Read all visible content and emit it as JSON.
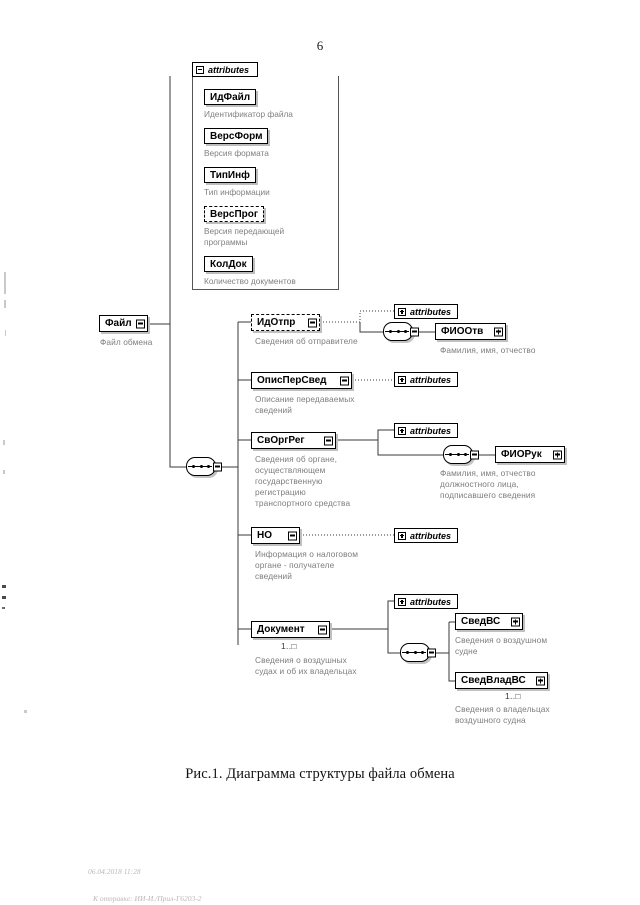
{
  "page": {
    "number": "6",
    "caption": "Рис.1. Диаграмма структуры файла обмена",
    "footer_line1": "06.04.2018 11:28",
    "footer_line2": "К отправке: ИИ-И./Прил-Г6203-2"
  },
  "diagram": {
    "type": "xsd-tree",
    "attributes_label": "attributes",
    "root": {
      "name": "Файл",
      "desc": "Файл обмена",
      "control": "minus"
    },
    "attributes_panel": {
      "tab_label": "attributes",
      "tab_icon": "minus",
      "items": [
        {
          "name": "ИдФайл",
          "desc": "Идентификатор файла",
          "optional": false
        },
        {
          "name": "ВерсФорм",
          "desc": "Версия формата",
          "optional": false
        },
        {
          "name": "ТипИнф",
          "desc": "Тип информации",
          "optional": false
        },
        {
          "name": "ВерсПрог",
          "desc": "Версия передающей\nпрограммы",
          "optional": true
        },
        {
          "name": "КолДок",
          "desc": "Количество документов",
          "optional": false
        }
      ]
    },
    "children": [
      {
        "name": "ИдОтпр",
        "desc": "Сведения об отправителе",
        "optional": true,
        "control": "minus",
        "attributes_box": {
          "label": "attributes",
          "icon": "plus"
        },
        "sequence": true,
        "grandchildren": [
          {
            "name": "ФИООтв",
            "desc": "Фамилия, имя, отчество",
            "control": "plus",
            "optional": false
          }
        ]
      },
      {
        "name": "ОписПерСвед",
        "desc": "Описание передаваемых\nсведений",
        "optional": false,
        "control": "minus",
        "attributes_box": {
          "label": "attributes",
          "icon": "plus"
        },
        "sequence": false,
        "grandchildren": []
      },
      {
        "name": "СвОргРег",
        "desc": "Сведения об органе,\nосуществляющем\nгосударственную\nрегистрацию\nтранспортного средства",
        "optional": false,
        "control": "minus",
        "attributes_box": {
          "label": "attributes",
          "icon": "plus"
        },
        "sequence": true,
        "grandchildren": [
          {
            "name": "ФИОРук",
            "desc": "Фамилия, имя, отчество\nдолжностного лица,\nподписавшего сведения",
            "control": "plus",
            "optional": false
          }
        ]
      },
      {
        "name": "НО",
        "desc": "Информация о налоговом\nоргане - получателе\nсведений",
        "optional": false,
        "control": "minus",
        "attributes_box": {
          "label": "attributes",
          "icon": "plus"
        },
        "sequence": false,
        "grandchildren": []
      },
      {
        "name": "Документ",
        "desc": "Сведения о воздушных\nсудах и об их владельцах",
        "optional": false,
        "control": "minus",
        "multiplicity": "1..□",
        "attributes_box": {
          "label": "attributes",
          "icon": "plus"
        },
        "sequence": true,
        "grandchildren": [
          {
            "name": "СведВС",
            "desc": "Сведения о воздушном\nсудне",
            "control": "plus",
            "optional": false
          },
          {
            "name": "СведВладВС",
            "desc": "Сведения о владельцах\nвоздушного судна",
            "control": "plus",
            "optional": false,
            "multiplicity": "1..□"
          }
        ]
      }
    ]
  }
}
